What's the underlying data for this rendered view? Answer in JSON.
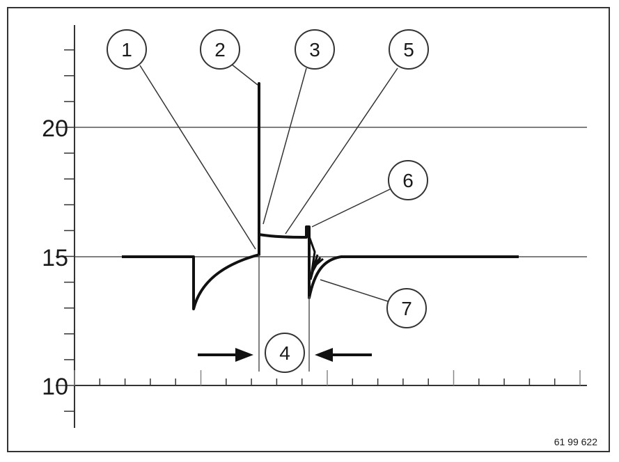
{
  "figure_id": "61 99 622",
  "y_axis": {
    "tick_labels": [
      "10",
      "15",
      "20"
    ]
  },
  "callouts": [
    "1",
    "2",
    "3",
    "4",
    "5",
    "6",
    "7"
  ],
  "chart_data": {
    "type": "line",
    "yticks": [
      10,
      15,
      20
    ],
    "grid_y": [
      15,
      20
    ],
    "description_free": true
  }
}
